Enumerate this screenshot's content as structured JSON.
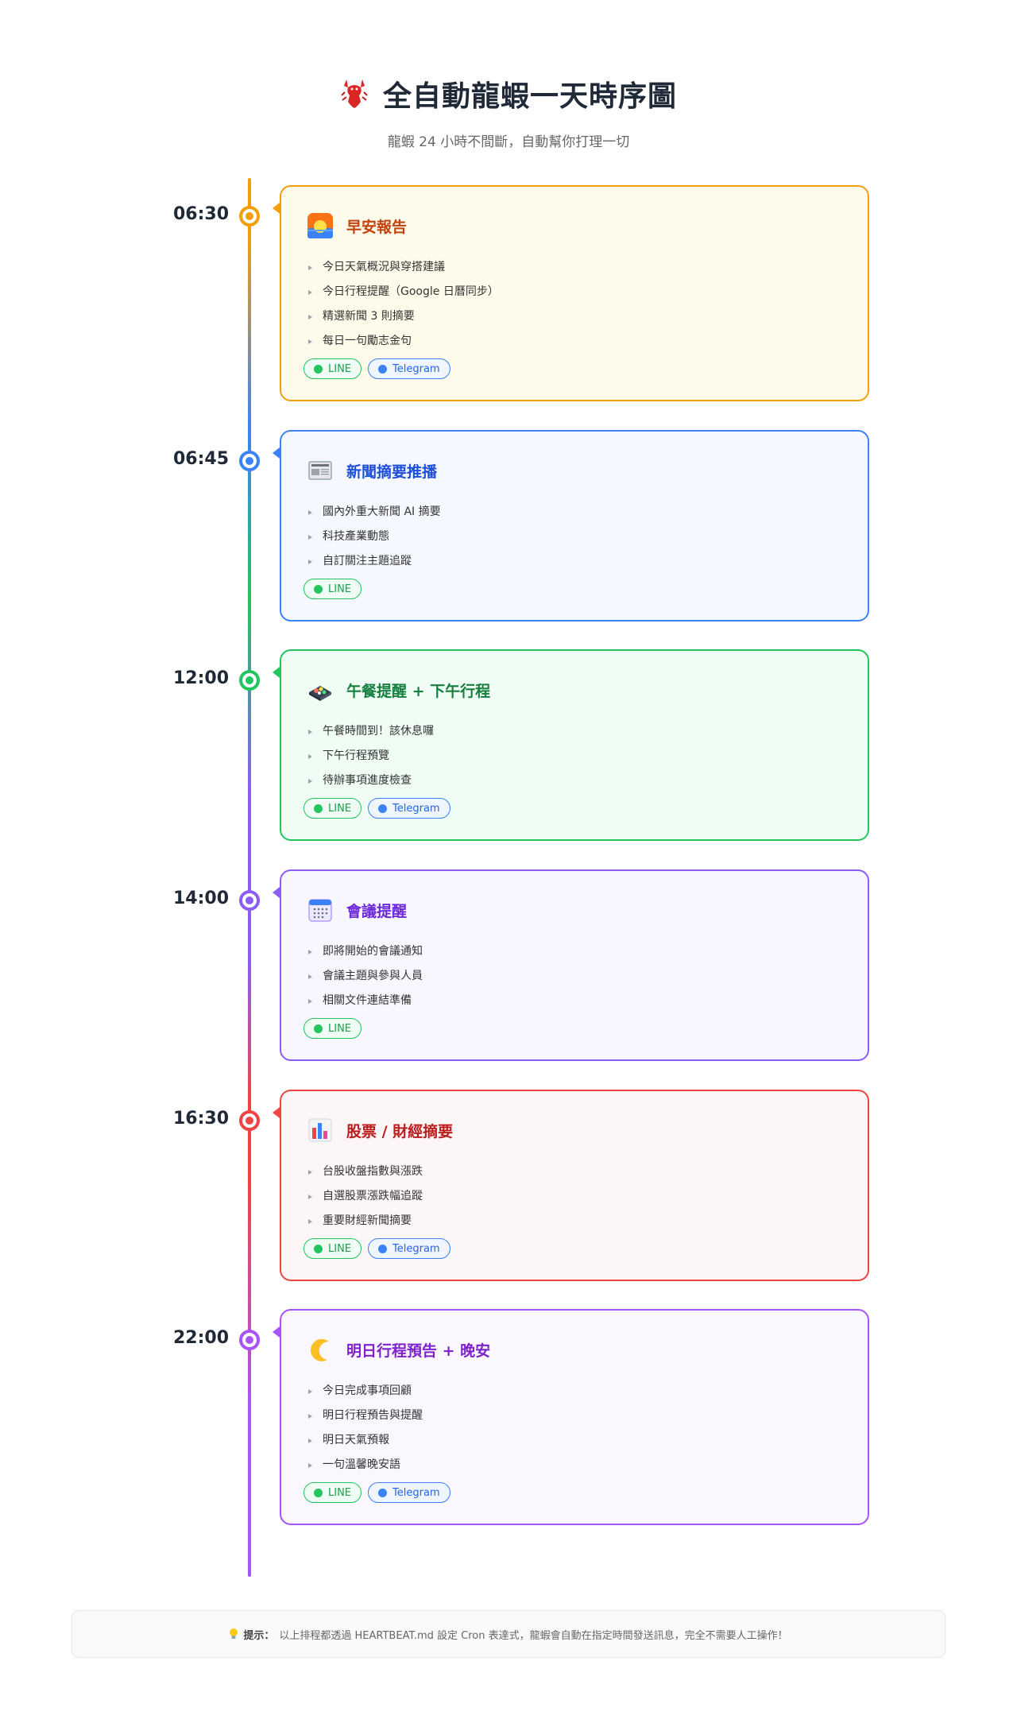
{
  "header": {
    "title": "全自動龍蝦一天時序圖",
    "subtitle": "龍蝦 24 小時不間斷，自動幫你打理一切",
    "icon": "lobster-icon"
  },
  "colors": {
    "orange": "#f59e0b",
    "blue": "#3b82f6",
    "green": "#22c55e",
    "purple": "#8b5cf6",
    "red": "#ef4444",
    "violet": "#a855f7"
  },
  "events": [
    {
      "time": "06:30",
      "title": "早安報告",
      "icon": "sunrise-icon",
      "items": [
        "今日天氣概況與穿搭建議",
        "今日行程提醒（Google 日曆同步）",
        "精選新聞 3 則摘要",
        "每日一句勵志金句"
      ],
      "tags": [
        "LINE",
        "Telegram"
      ]
    },
    {
      "time": "06:45",
      "title": "新聞摘要推播",
      "icon": "newspaper-icon",
      "items": [
        "國內外重大新聞 AI 摘要",
        "科技產業動態",
        "自訂關注主題追蹤"
      ],
      "tags": [
        "LINE"
      ]
    },
    {
      "time": "12:00",
      "title": "午餐提醒 + 下午行程",
      "icon": "bento-icon",
      "items": [
        "午餐時間到！該休息囉",
        "下午行程預覽",
        "待辦事項進度檢查"
      ],
      "tags": [
        "LINE",
        "Telegram"
      ]
    },
    {
      "time": "14:00",
      "title": "會議提醒",
      "icon": "calendar-icon",
      "items": [
        "即將開始的會議通知",
        "會議主題與參與人員",
        "相關文件連結準備"
      ],
      "tags": [
        "LINE"
      ]
    },
    {
      "time": "16:30",
      "title": "股票 / 財經摘要",
      "icon": "bar-chart-icon",
      "items": [
        "台股收盤指數與漲跌",
        "自選股票漲跌幅追蹤",
        "重要財經新聞摘要"
      ],
      "tags": [
        "LINE",
        "Telegram"
      ]
    },
    {
      "time": "22:00",
      "title": "明日行程預告 + 晚安",
      "icon": "moon-icon",
      "items": [
        "今日完成事項回顧",
        "明日行程預告與提醒",
        "明日天氣預報",
        "一句溫馨晚安語"
      ],
      "tags": [
        "LINE",
        "Telegram"
      ]
    }
  ],
  "tip": {
    "label": "提示：",
    "text": "以上排程都透過 HEARTBEAT.md 設定 Cron 表達式，龍蝦會自動在指定時間發送訊息，完全不需要人工操作！",
    "icon": "lightbulb-icon"
  }
}
